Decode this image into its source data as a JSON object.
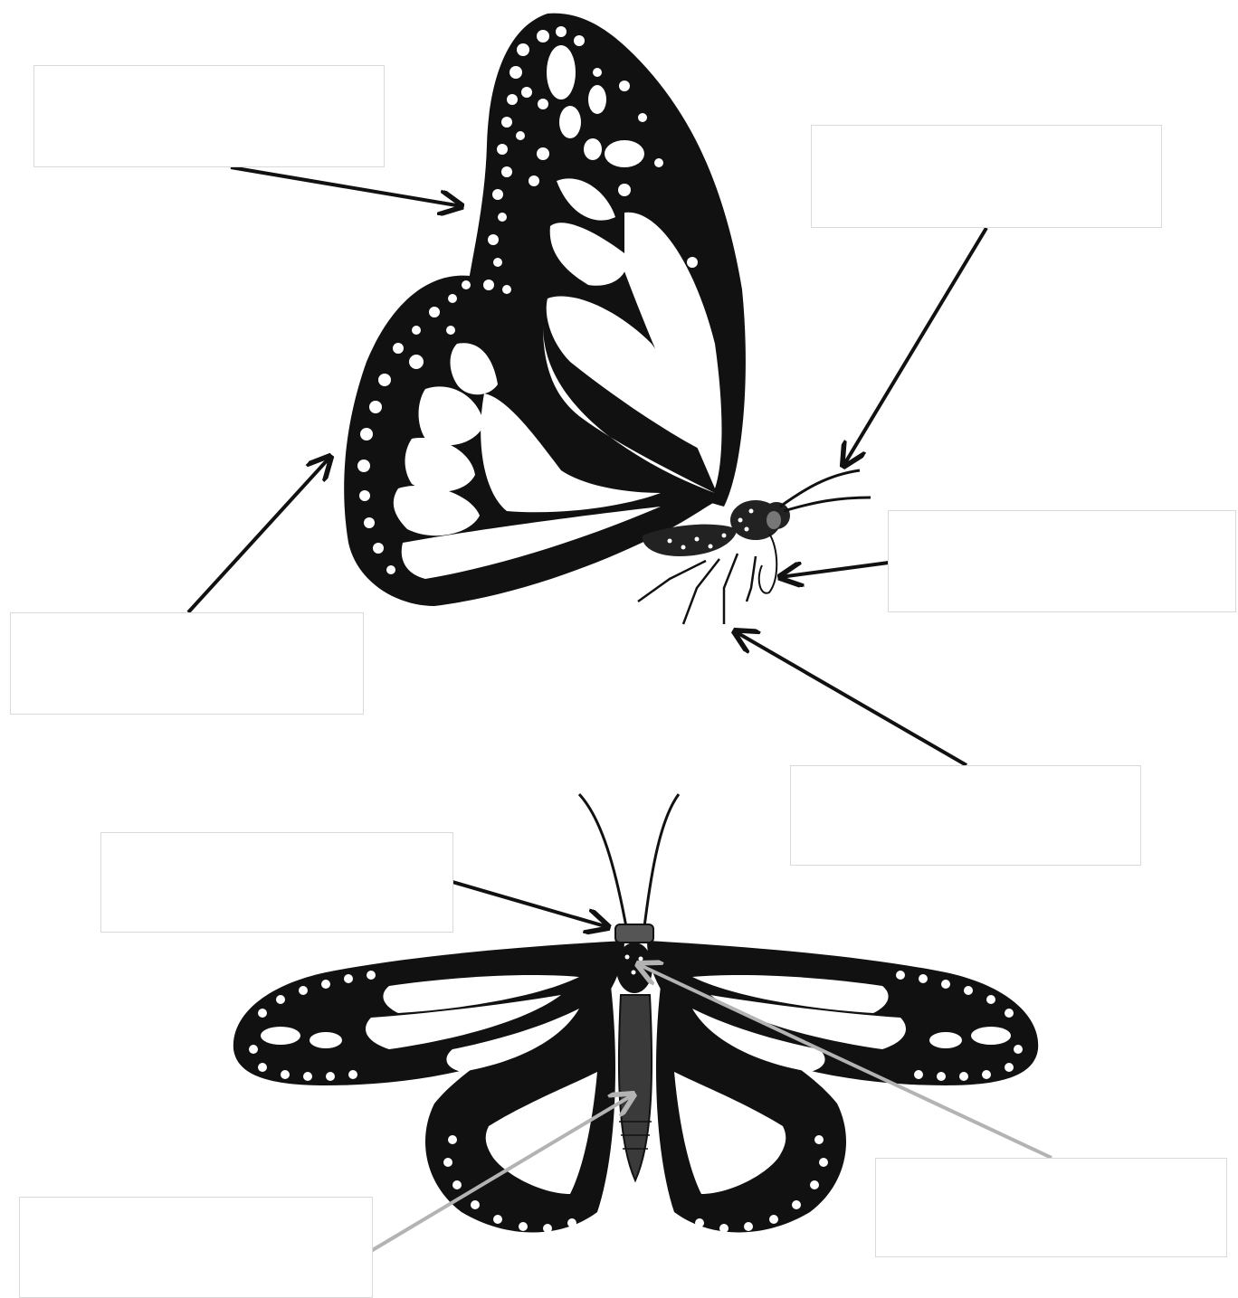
{
  "diagram": {
    "subject": "monarch-butterfly",
    "views": [
      "side-view",
      "top-view"
    ],
    "ink_color": "#111111",
    "body_gray": "#3a3a3a",
    "pointer_gray": "#b3b3b3",
    "label_boxes": [
      {
        "id": "wing-top",
        "text": ""
      },
      {
        "id": "antenna",
        "text": ""
      },
      {
        "id": "hindwing",
        "text": ""
      },
      {
        "id": "proboscis",
        "text": ""
      },
      {
        "id": "legs",
        "text": ""
      },
      {
        "id": "head",
        "text": ""
      },
      {
        "id": "abdomen",
        "text": ""
      },
      {
        "id": "thorax",
        "text": ""
      }
    ]
  }
}
